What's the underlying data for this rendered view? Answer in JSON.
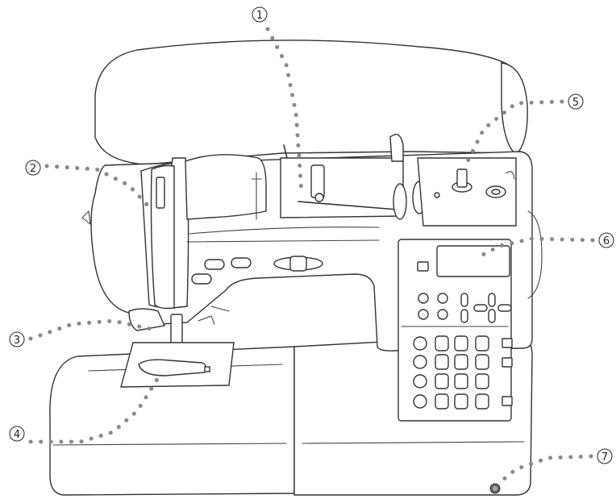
{
  "diagram": {
    "callouts": [
      {
        "id": "1",
        "label": "①"
      },
      {
        "id": "2",
        "label": "②"
      },
      {
        "id": "3",
        "label": "③"
      },
      {
        "id": "4",
        "label": "④"
      },
      {
        "id": "5",
        "label": "⑤"
      },
      {
        "id": "6",
        "label": "⑥"
      },
      {
        "id": "7",
        "label": "⑦"
      }
    ]
  }
}
